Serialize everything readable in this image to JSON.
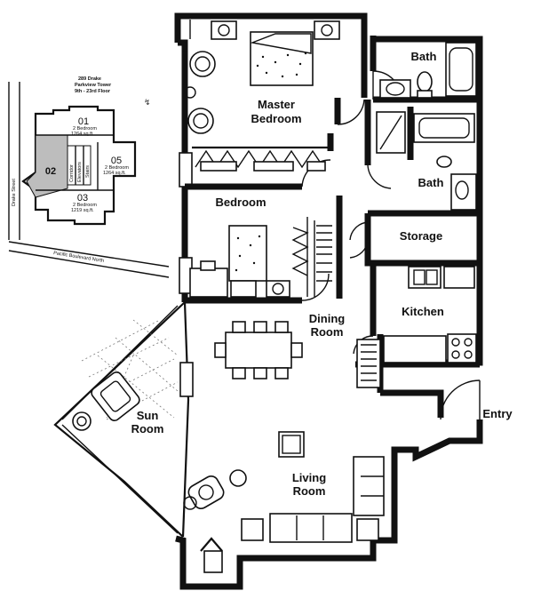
{
  "rooms": {
    "master_bedroom": [
      "Master",
      "Bedroom"
    ],
    "bath_1": "Bath",
    "bath_2": "Bath",
    "bedroom": "Bedroom",
    "storage": "Storage",
    "kitchen": "Kitchen",
    "dining_room": [
      "Dining",
      "Room"
    ],
    "sun_room": [
      "Sun",
      "Room"
    ],
    "living_room": [
      "Living",
      "Room"
    ],
    "entry": "Entry"
  },
  "key_plan": {
    "building_name": [
      "289 Drake",
      "Parkview Tower",
      "9th - 23rd Floor"
    ],
    "street_vertical": "Drake Street",
    "street_horizontal": "Pacific Boulevard North",
    "units": [
      {
        "number": "01",
        "desc": "2 Bedroom",
        "area": "1264 sq.ft."
      },
      {
        "number": "02",
        "desc": "",
        "area": ""
      },
      {
        "number": "05",
        "desc": "2 Bedroom",
        "area": "1264 sq.ft."
      },
      {
        "number": "03",
        "desc": "2 Bedroom",
        "area": "1219 sq.ft."
      }
    ],
    "core_labels": [
      "Corridor",
      "Elevators",
      "Stairs"
    ],
    "highlight_color": "#bdbdbd"
  }
}
